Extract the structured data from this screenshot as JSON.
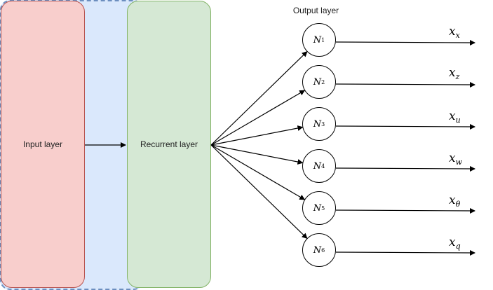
{
  "layers": {
    "input": {
      "label": "Input layer",
      "fill": "#f8cecc",
      "stroke": "#b85450"
    },
    "recurrent": {
      "label": "Recurrent layer",
      "fill": "#d5e8d4",
      "stroke": "#82b366"
    },
    "output": {
      "label": "Output layer",
      "fill": "#dae8fc",
      "stroke": "#6c8ebf"
    }
  },
  "nodes": [
    {
      "symbol": "N",
      "index": "1"
    },
    {
      "symbol": "N",
      "index": "2"
    },
    {
      "symbol": "N",
      "index": "3"
    },
    {
      "symbol": "N",
      "index": "4"
    },
    {
      "symbol": "N",
      "index": "5"
    },
    {
      "symbol": "N",
      "index": "6"
    }
  ],
  "outputs": [
    {
      "symbol": "x",
      "sub": "x"
    },
    {
      "symbol": "x",
      "sub": "z"
    },
    {
      "symbol": "x",
      "sub": "u"
    },
    {
      "symbol": "x",
      "sub": "w"
    },
    {
      "symbol": "x",
      "sub": "θ"
    },
    {
      "symbol": "x",
      "sub": "q"
    }
  ]
}
